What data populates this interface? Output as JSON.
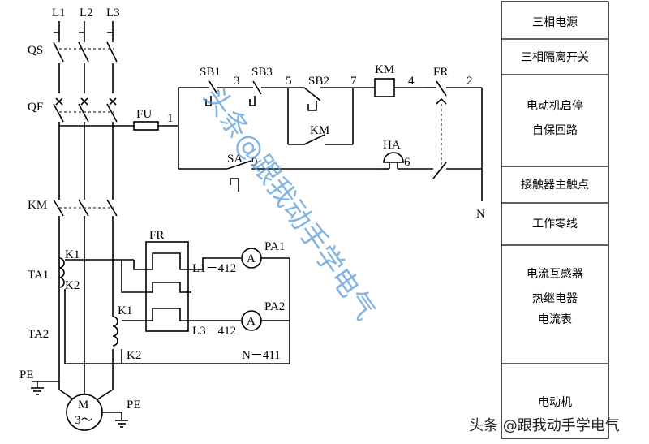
{
  "phases": [
    "L1",
    "L2",
    "L3"
  ],
  "labels": {
    "qs": "QS",
    "qf": "QF",
    "km_main": "KM",
    "ta1": "TA1",
    "ta2": "TA2",
    "pe1": "PE",
    "pe2": "PE",
    "fu": "FU",
    "node1": "1",
    "sb1": "SB1",
    "sb3": "SB3",
    "sb2": "SB2",
    "km_coil": "KM",
    "fr_ctrl": "FR",
    "km_aux": "KM",
    "ha": "HA",
    "sa": "SA",
    "n": "N",
    "n3": "3",
    "n5": "5",
    "n7": "7",
    "n4": "4",
    "n2": "2",
    "n9": "9",
    "n6": "6",
    "fr_box": "FR",
    "k1_top": "K1",
    "k2_top": "K2",
    "k1_bot": "K1",
    "k2_bot": "K2",
    "wire_l1": "L1－412",
    "wire_l3": "L3－412",
    "wire_n": "N－411",
    "pa1": "PA1",
    "pa2": "PA2",
    "ammeter": "A",
    "motor_m": "M",
    "motor_3": "3～"
  },
  "legend": [
    "三相电源",
    "三相隔离开关",
    "电动机启停",
    "自保回路",
    "接触器主触点",
    "工作零线",
    "电流互感器",
    "热继电器",
    "电流表",
    "电动机"
  ],
  "watermark": "头条@跟我动手学电气",
  "credit": "头条 @跟我动手学电气"
}
